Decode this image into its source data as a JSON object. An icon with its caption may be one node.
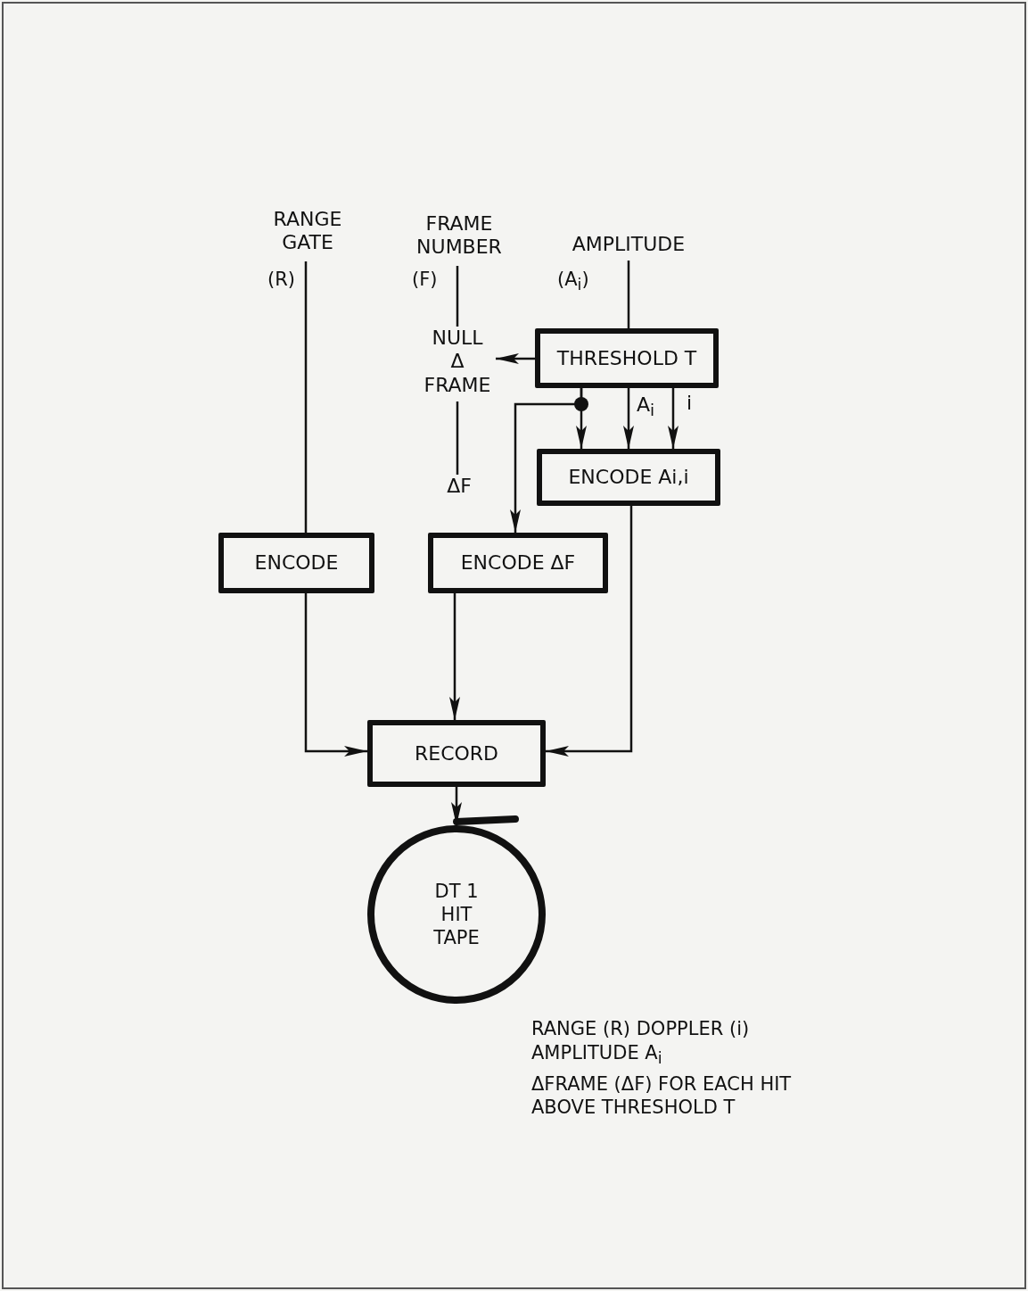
{
  "diagram": {
    "nodes": [
      {
        "text": [
          "RANGE GATE"
        ],
        "beside": [
          "(R)"
        ]
      },
      {
        "text": [
          "FRAME NUMBER"
        ],
        "beside": [
          "(F)"
        ]
      },
      {
        "text": [
          "AMPLITUDE"
        ],
        "beside": [
          "(A$_{i}$)"
        ]
      },
      {
        "text": [
          "THRESHOLD T"
        ]
      },
      {
        "text": [
          "NULL Δ FRAME"
        ]
      },
      {
        "text": [
          "ENCODE Ai,i"
        ]
      },
      {
        "text": [
          "ΔF"
        ]
      },
      {
        "text": [
          "ENCODE"
        ]
      },
      {
        "text": [
          "ENCODE ΔF"
        ]
      },
      {
        "text": [
          "RECORD"
        ]
      },
      {
        "text": [
          "DT 1 HIT TAPE"
        ],
        "beside": [
          "RANGE (R) DOPPLER (i)",
          "AMPLITUDE A$_{i}$",
          "ΔFRAME (ΔF) FOR EACH HIT ABOVE THRESHOLD T"
        ]
      }
    ],
    "edges": [
      {
        "from": 0,
        "to": 7,
        "arrow": "none"
      },
      {
        "from": 1,
        "to": 4,
        "arrow": "none"
      },
      {
        "from": 2,
        "to": 3,
        "arrow": "none"
      },
      {
        "from": 3,
        "to": 4,
        "arrow": "to"
      },
      {
        "from": 3,
        "to": 5,
        "arrow": "to"
      },
      {
        "from": 3,
        "to": 8,
        "arrow": "to"
      },
      {
        "from": 3,
        "to": 5,
        "arrow": "to",
        "label": "A$_{i}$"
      },
      {
        "from": 3,
        "to": 5,
        "arrow": "to",
        "label": "i"
      },
      {
        "from": 4,
        "to": 6,
        "arrow": "none"
      },
      {
        "from": 7,
        "to": 9,
        "arrow": "to"
      },
      {
        "from": 8,
        "to": 9,
        "arrow": "to"
      },
      {
        "from": 5,
        "to": 9,
        "arrow": "to"
      },
      {
        "from": 9,
        "to": 10,
        "arrow": "to"
      }
    ]
  }
}
